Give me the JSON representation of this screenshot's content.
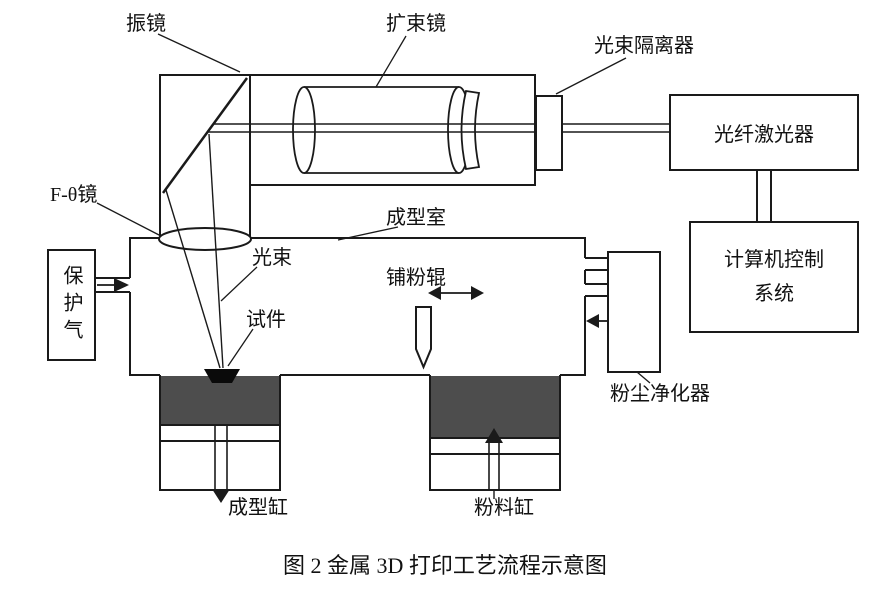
{
  "figure": {
    "caption": "图 2 金属 3D 打印工艺流程示意图",
    "colors": {
      "powder": "#4d4d4d",
      "specimen": "#0a0a0a"
    },
    "labels": {
      "galvo_mirror": "振镜",
      "beam_expander": "扩束镜",
      "beam_isolator": "光束隔离器",
      "fiber_laser": "光纤激光器",
      "computer_control": "计算机控制系统",
      "f_theta_lens": "F-θ镜",
      "forming_chamber": "成型室",
      "laser_beam": "光束",
      "powder_roller": "铺粉辊",
      "specimen": "试件",
      "shielding_gas": "保护气",
      "dust_purifier": "粉尘净化器",
      "forming_cylinder": "成型缸",
      "powder_cylinder": "粉料缸"
    }
  }
}
